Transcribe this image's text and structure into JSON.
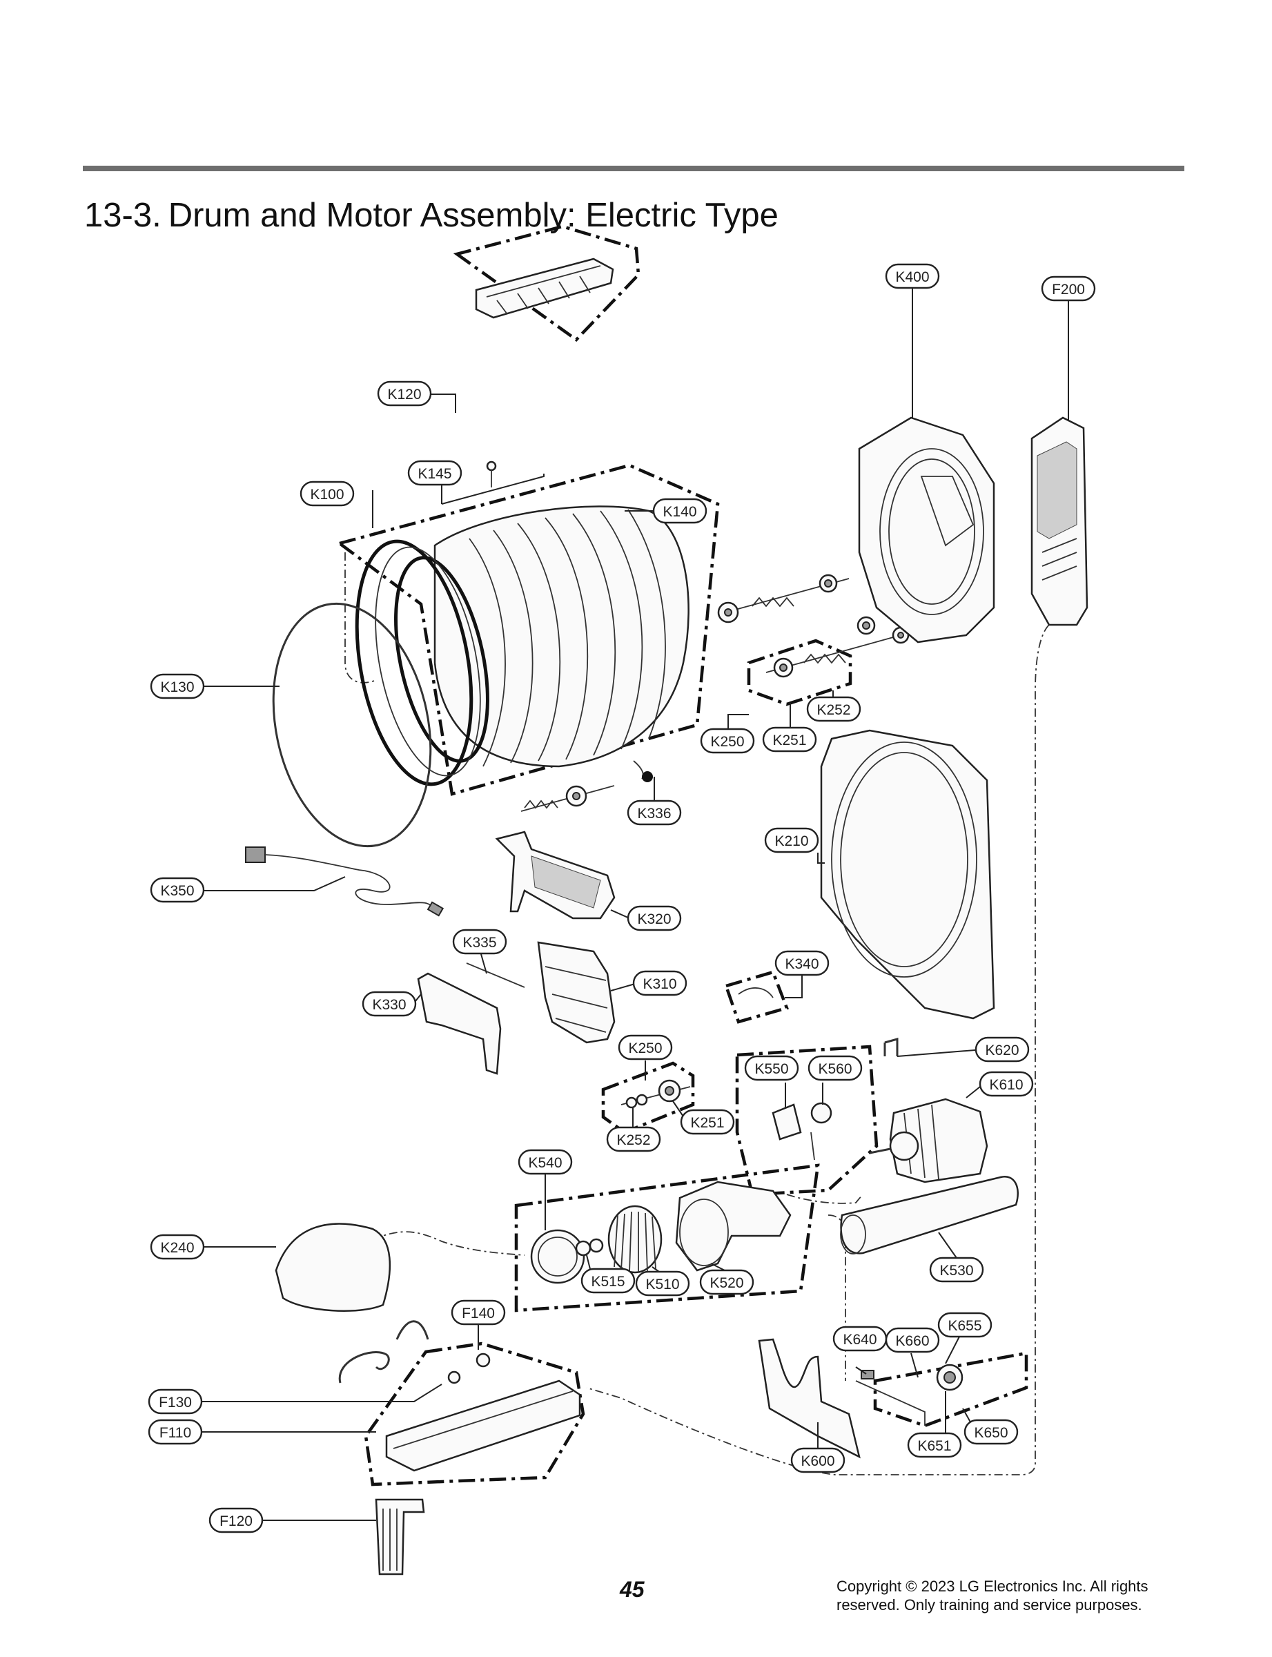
{
  "section": {
    "number": "13-3.",
    "title": "Drum and Motor Assembly: Electric Type"
  },
  "callouts": {
    "k400": "K400",
    "f200": "F200",
    "k120": "K120",
    "k145": "K145",
    "k100": "K100",
    "k140": "K140",
    "k130": "K130",
    "k252_top": "K252",
    "k250_top": "K250",
    "k251_top": "K251",
    "k336": "K336",
    "k210": "K210",
    "k350": "K350",
    "k320": "K320",
    "k335": "K335",
    "k340": "K340",
    "k310": "K310",
    "k330": "K330",
    "k250_mid": "K250",
    "k550": "K550",
    "k560": "K560",
    "k620": "K620",
    "k610": "K610",
    "k251_mid": "K251",
    "k252_mid": "K252",
    "k540": "K540",
    "k240": "K240",
    "k515": "K515",
    "k510": "K510",
    "k520": "K520",
    "k530": "K530",
    "f140": "F140",
    "k655": "K655",
    "k640": "K640",
    "k660": "K660",
    "f130": "F130",
    "f110": "F110",
    "k651": "K651",
    "k650": "K650",
    "k600": "K600",
    "f120": "F120"
  },
  "footer": {
    "page_number": "45",
    "copyright_line1": "Copyright © 2023 LG Electronics Inc. All rights",
    "copyright_line2": "reserved. Only training and service purposes."
  }
}
